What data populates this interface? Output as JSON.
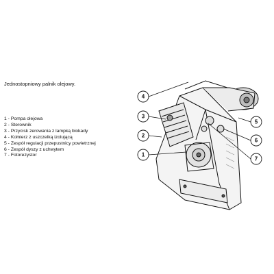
{
  "title": "Jednostopniowy palnik olejowy.",
  "legend": [
    "1 - Pompa olejowa",
    "2 - Sterownik",
    "3 - Przycisk zerowania z lampką blokady",
    "4 - Kołnierz z uszczelką izolującą",
    "5 - Zespół regulacji przepustnicy powietrznej",
    "6 - Zespół dyszy z uchwytem",
    "7 - Fotorezystor"
  ],
  "callouts": [
    "1",
    "2",
    "3",
    "4",
    "5",
    "6",
    "7"
  ]
}
